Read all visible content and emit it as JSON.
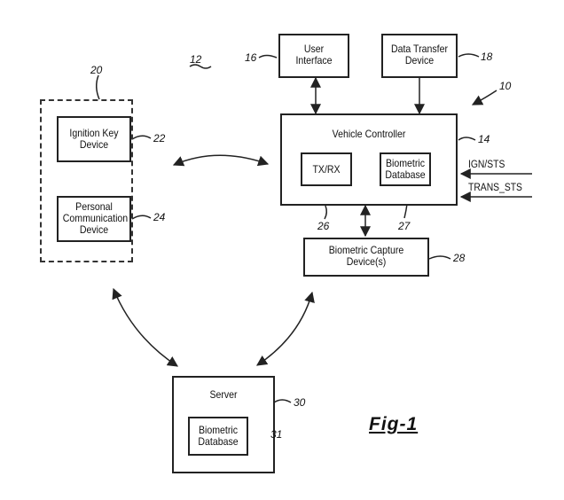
{
  "blocks": {
    "user_interface": "User\nInterface",
    "data_transfer": "Data Transfer\nDevice",
    "vehicle_controller": "Vehicle Controller",
    "txrx": "TX/RX",
    "vc_biometric_db": "Biometric\nDatabase",
    "ignition_key": "Ignition Key\nDevice",
    "personal_comm": "Personal\nCommunication\nDevice",
    "biometric_capture": "Biometric Capture\nDevice(s)",
    "server": "Server",
    "server_biometric_db": "Biometric\nDatabase"
  },
  "signals": {
    "ign": "IGN/STS",
    "trans": "TRANS_STS"
  },
  "refs": {
    "r10": "10",
    "r12": "12",
    "r14": "14",
    "r16": "16",
    "r18": "18",
    "r20": "20",
    "r22": "22",
    "r24": "24",
    "r26": "26",
    "r27": "27",
    "r28": "28",
    "r30": "30",
    "r31": "31"
  },
  "figure_label": "Fig-1",
  "colors": {
    "ink": "#222222",
    "background": "#ffffff"
  }
}
